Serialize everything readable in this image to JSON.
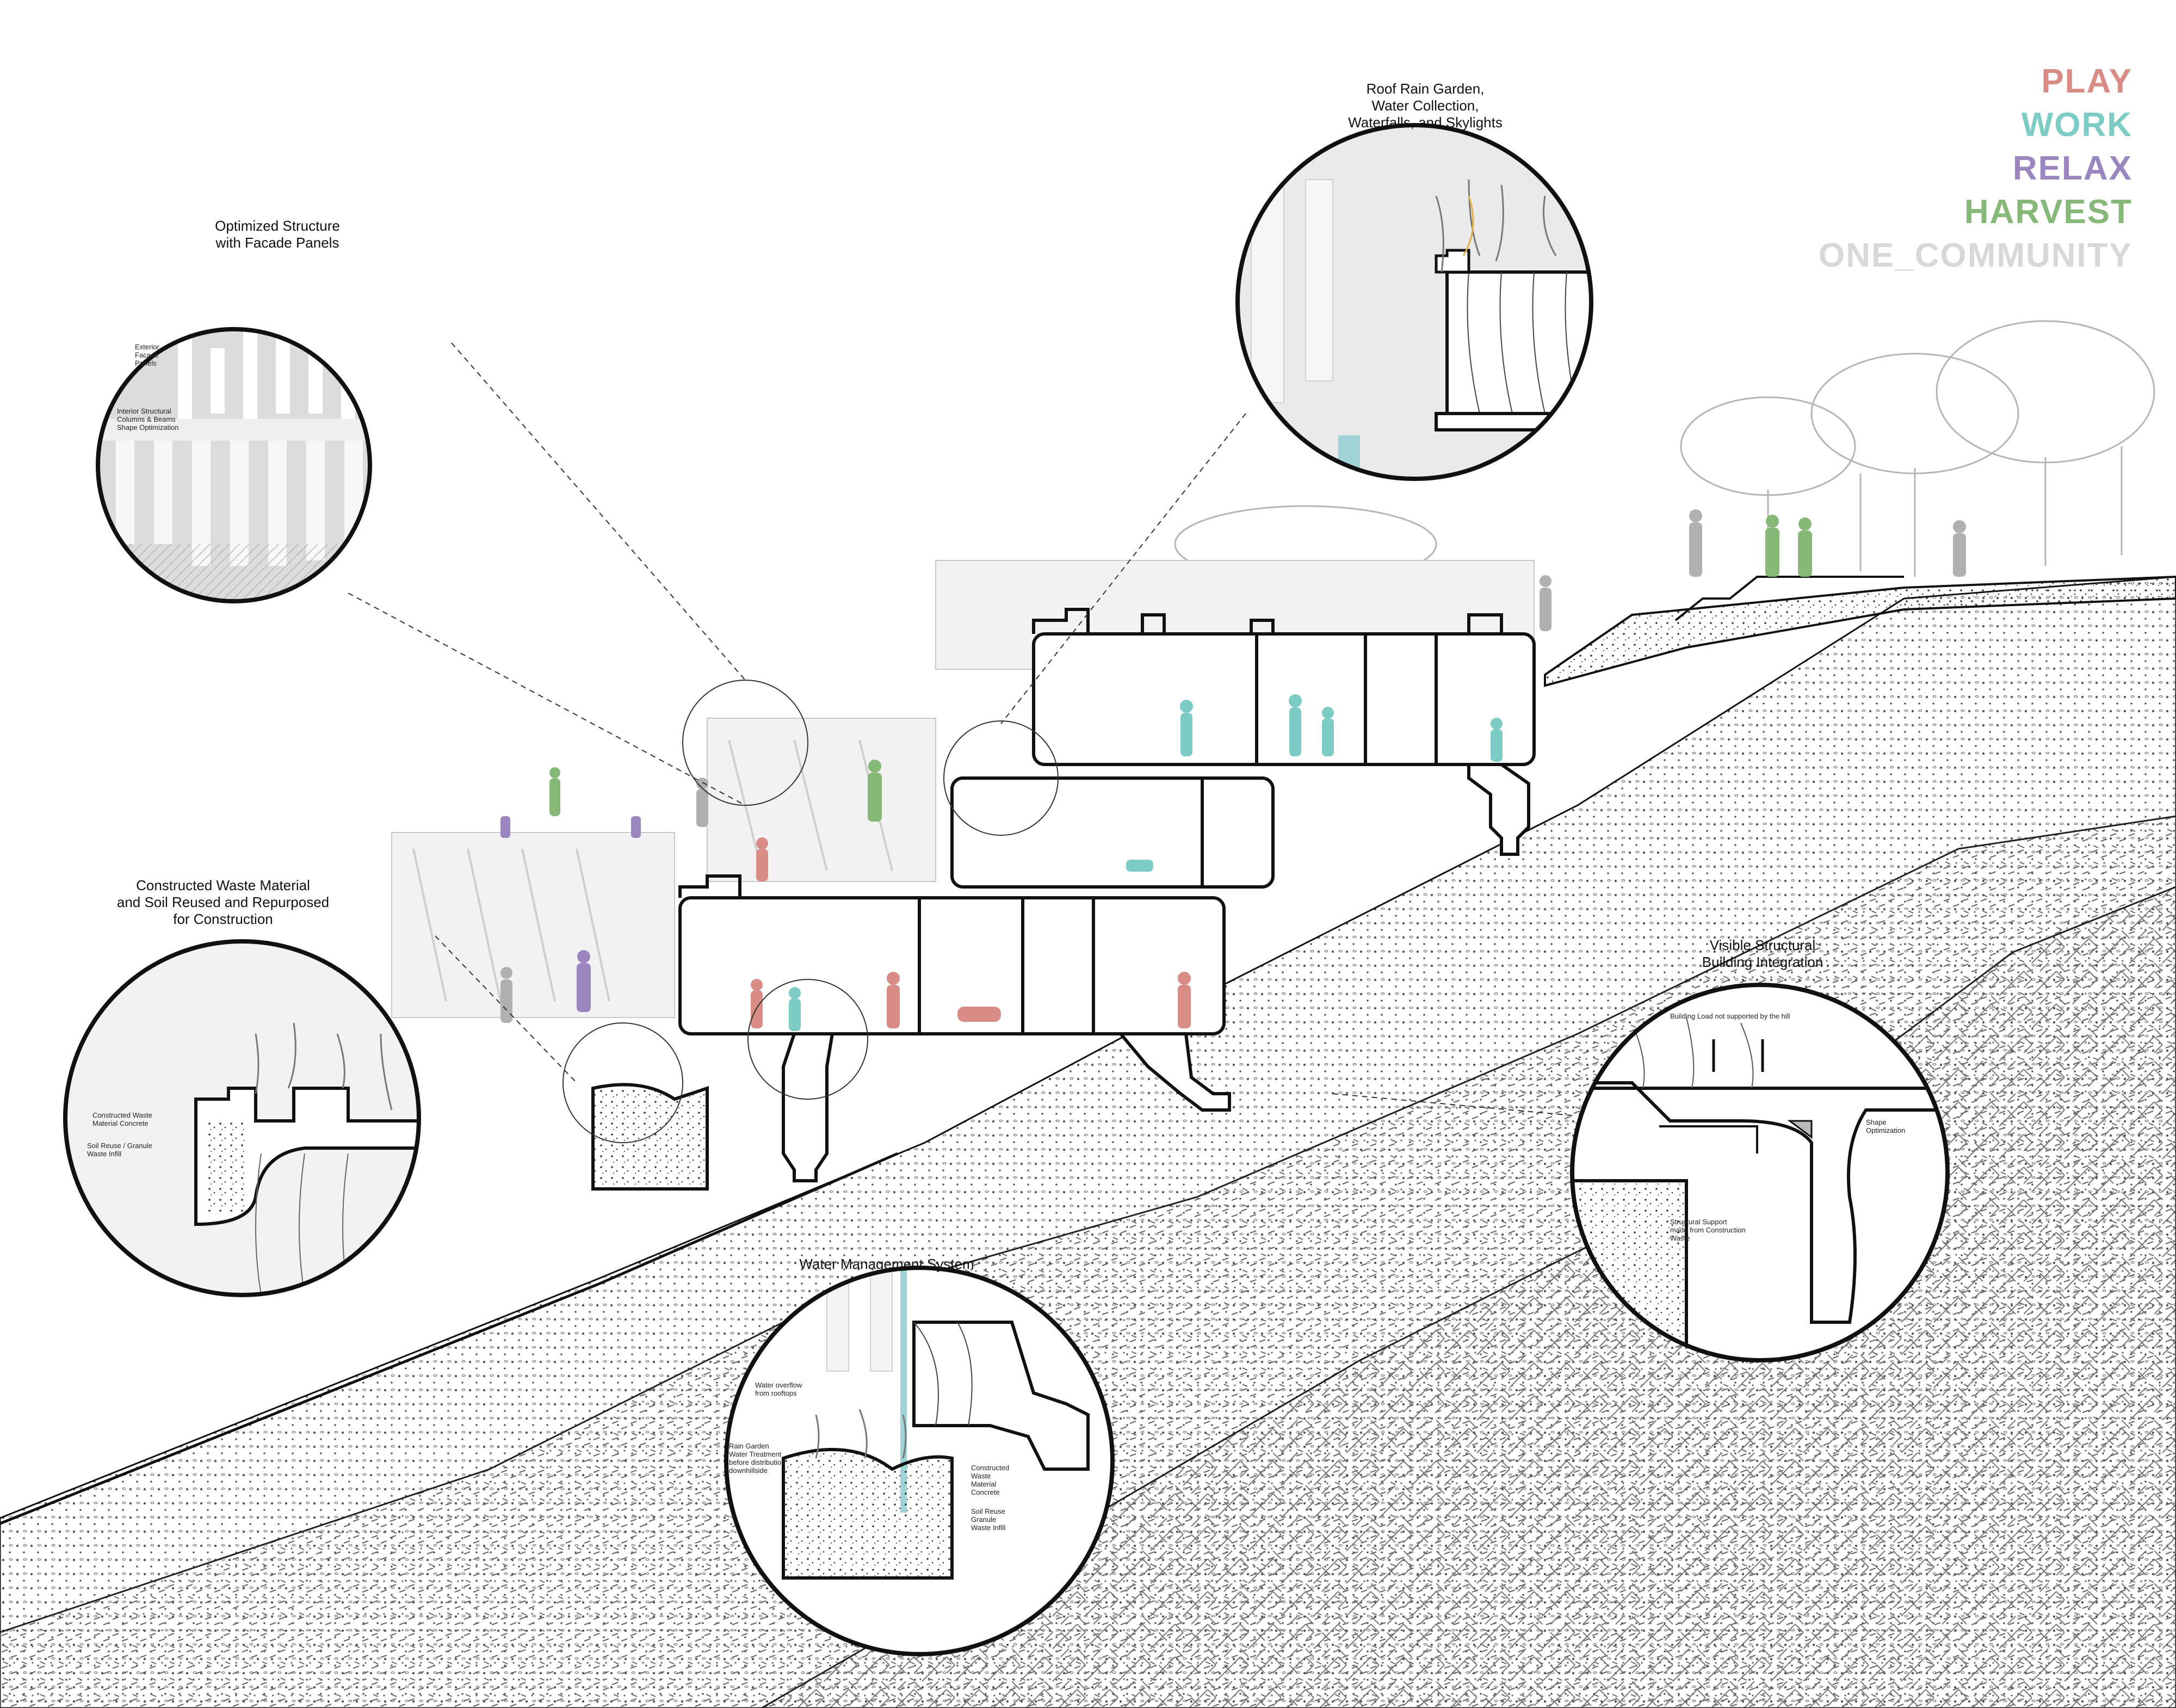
{
  "legend": {
    "items": [
      {
        "label": "PLAY",
        "color": "#d98b86"
      },
      {
        "label": "WORK",
        "color": "#7ccbc4"
      },
      {
        "label": "RELAX",
        "color": "#9b86bf"
      },
      {
        "label": "HARVEST",
        "color": "#86b877"
      },
      {
        "label": "ONE_COMMUNITY",
        "color": "#d8d8d8"
      }
    ]
  },
  "callouts": {
    "roof": {
      "title": "Roof Rain Garden,\nWater Collection,\nWaterfalls, and Skylights"
    },
    "structure": {
      "title": "Optimized Structure\nwith Facade Panels",
      "notes": [
        "Exterior\nFacade\nPanels",
        "Interior Structural\nColumns & Beams\nShape Optimization"
      ]
    },
    "waste": {
      "title": "Constructed Waste Material\nand Soil Reused and Repurposed\nfor Construction",
      "notes": [
        "Constructed Waste\nMaterial Concrete",
        "Soil Reuse / Granule\nWaste Infill"
      ]
    },
    "integration": {
      "title": "Visible Structural\nBuilding Integration",
      "notes": [
        "Building Load not supported by the hill",
        "Shape\nOptimization",
        "Structural Support\nmade from Construction\nWaste"
      ]
    },
    "water": {
      "title": "Water Management System",
      "notes": [
        "Water overflow\nfrom rooftops",
        "Rain Garden\nWater Treatment\nbefore distribution\ndownhillside",
        "Constructed\nWaste\nMaterial\nConcrete",
        "Soil Reuse\nGranule\nWaste Infill"
      ]
    }
  },
  "colors": {
    "line": "#111111",
    "soil_light": "#f4f4f4",
    "soil_mid": "#ececec",
    "soil_dark": "#e2e2e2",
    "facade": "#f0f0f0",
    "water": "#9fd3d8",
    "tree": "#bdbdbd"
  }
}
